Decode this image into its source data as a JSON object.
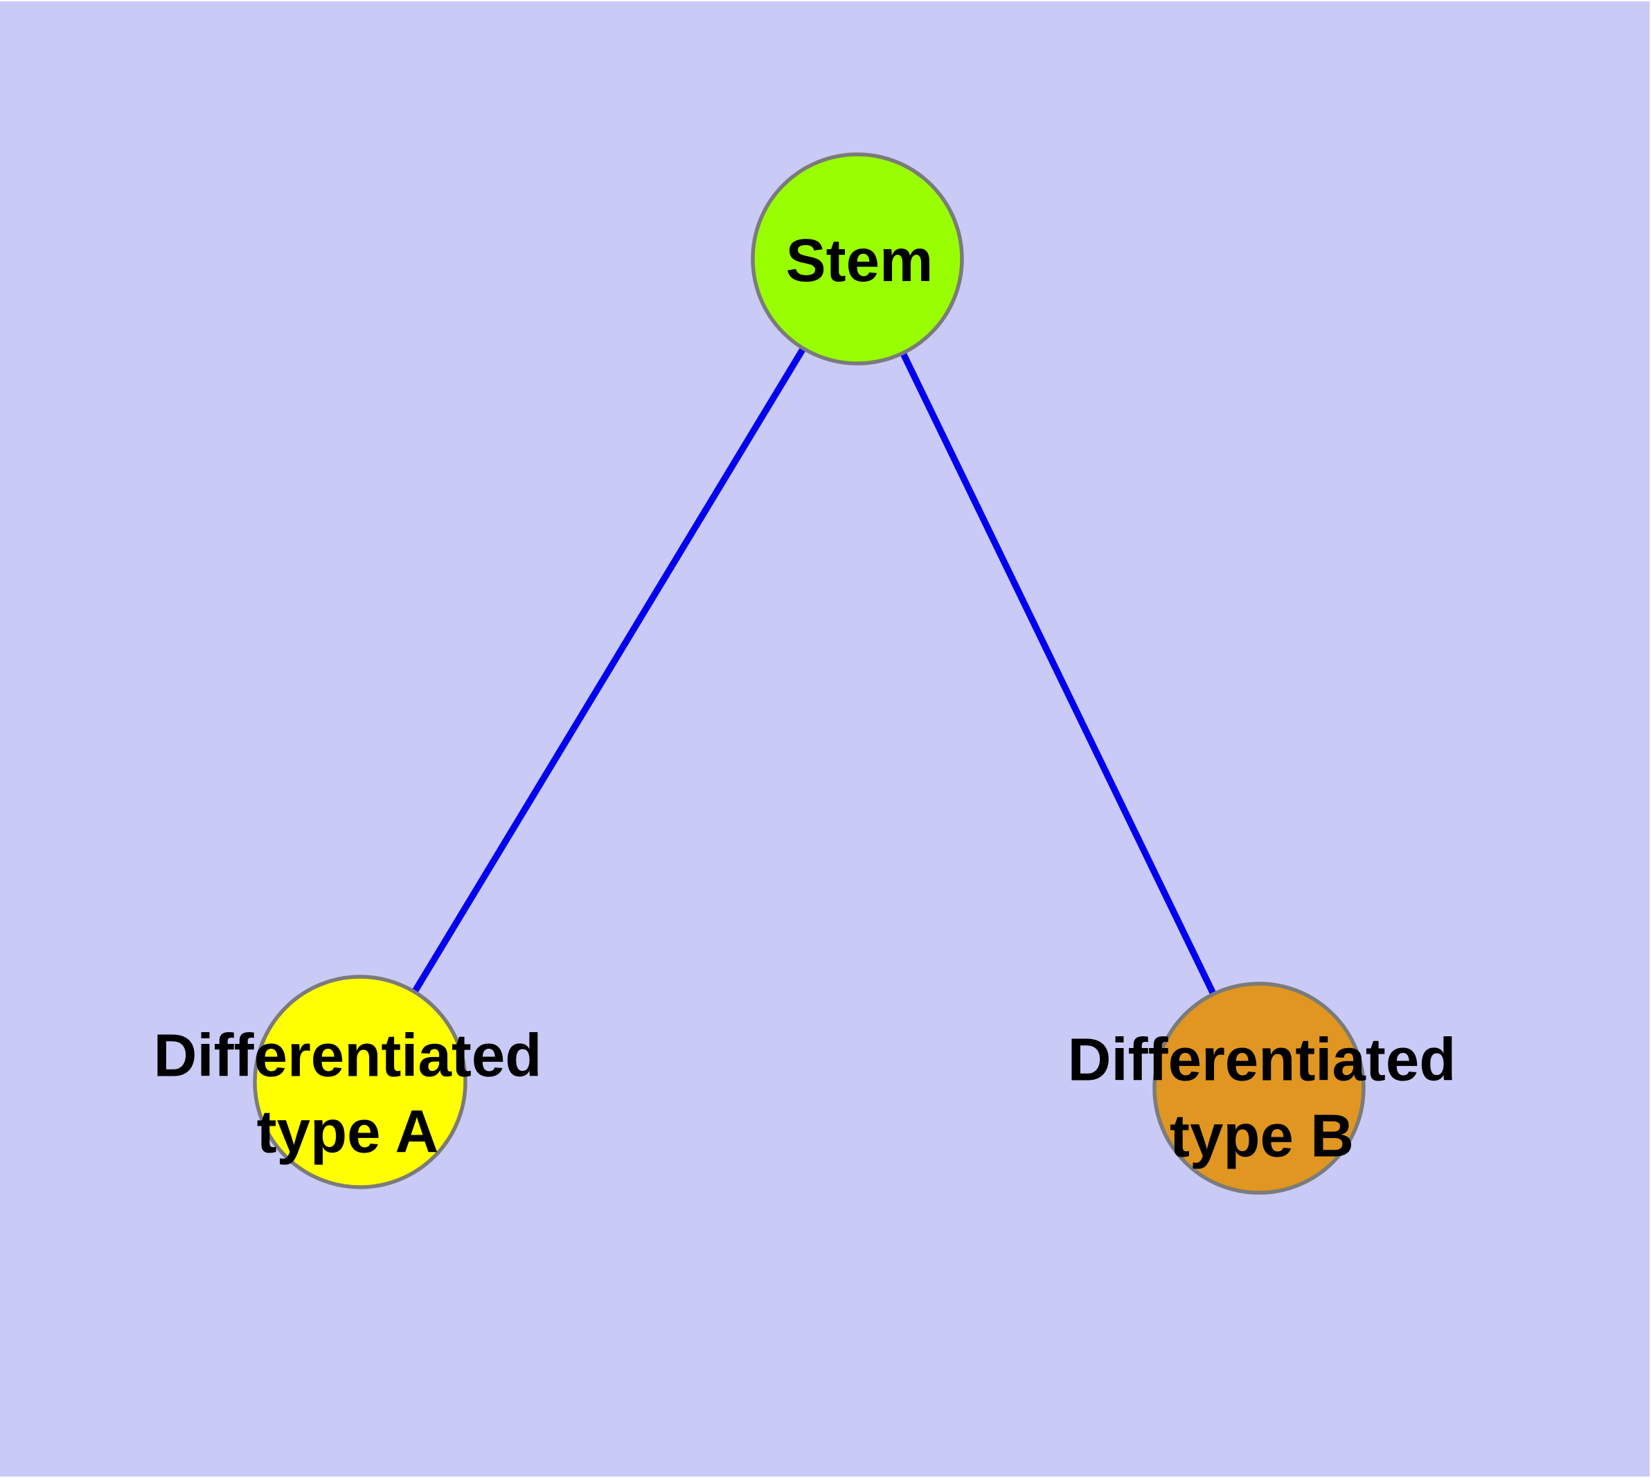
{
  "diagram": {
    "type": "node-link-graph",
    "background_color": "#CACAF7",
    "page_margin_color": "#FFFFFF",
    "edge_color": "#0000EE",
    "node_border_color": "#7B7B7B",
    "text_color": "#000000",
    "nodes": [
      {
        "id": "stem",
        "label": "Stem",
        "color": "#99FF00"
      },
      {
        "id": "differentiated-type-a",
        "label": "Differentiated type A",
        "label_line1": "Differentiated",
        "label_line2": "type A",
        "color": "#FFFF00"
      },
      {
        "id": "differentiated-type-b",
        "label": "Differentiated type B",
        "label_line1": "Differentiated",
        "label_line2": "type B",
        "color": "#E09620"
      }
    ],
    "edges": [
      {
        "from": "stem",
        "to": "differentiated-type-a"
      },
      {
        "from": "stem",
        "to": "differentiated-type-b"
      }
    ]
  }
}
